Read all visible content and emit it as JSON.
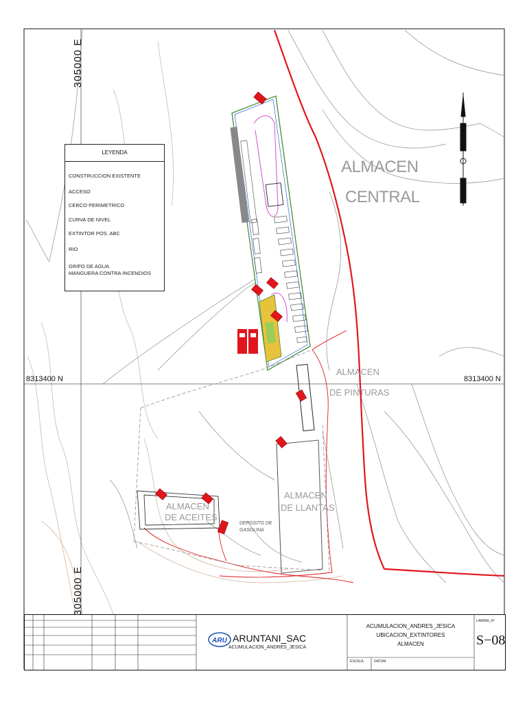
{
  "map": {
    "areas": {
      "almacen_central_line1": "ALMACEN",
      "almacen_central_line2": "CENTRAL",
      "pinturas_line1": "ALMACEN",
      "pinturas_line2": "DE PINTURAS",
      "llantas_line1": "ALMACEN",
      "llantas_line2": "DE LLANTAS",
      "aceites_line1": "ALMACEN",
      "aceites_line2": "DE ACEITES",
      "deposito_line1": "DEPOSITO DE",
      "deposito_line2": "GASOLINA"
    },
    "coordinates": {
      "north_left": "8313400 N",
      "north_right": "8313400 N",
      "east_top": "305000 E",
      "east_bottom": "305000 E"
    }
  },
  "legend": {
    "title": "LEYENDA",
    "items": [
      "CONSTRUCCION EXISTENTE",
      "ACCESO",
      "CERCO PERIMETRICO",
      "CURVA DE NIVEL",
      "EXTINTOR POS. ABC",
      "RIO",
      "GRIFO DE AGUA",
      "MANGUERA CONTRA INCENDIOS"
    ]
  },
  "title_block": {
    "logo_text": "ARU",
    "company": "ARUNTANI_SAC",
    "company_sub": "ACUMULACION_ANDRES_JESICA",
    "title_1": "ACUMULACION_ANDRES_JESICA",
    "title_2": "UBICACION_EXTINTORES",
    "title_3": "ALMACEN",
    "escala_label": "ESCALA",
    "datum_label": "DATUM",
    "lamina_label": "LAMINA_N°",
    "sheet_number": "S−08"
  },
  "colors": {
    "access_road": "#e0161c",
    "contour": "#d6b49a",
    "extinguisher": "#e0161c",
    "river": "#3fd0e0",
    "fence": "#9a9a9a"
  }
}
